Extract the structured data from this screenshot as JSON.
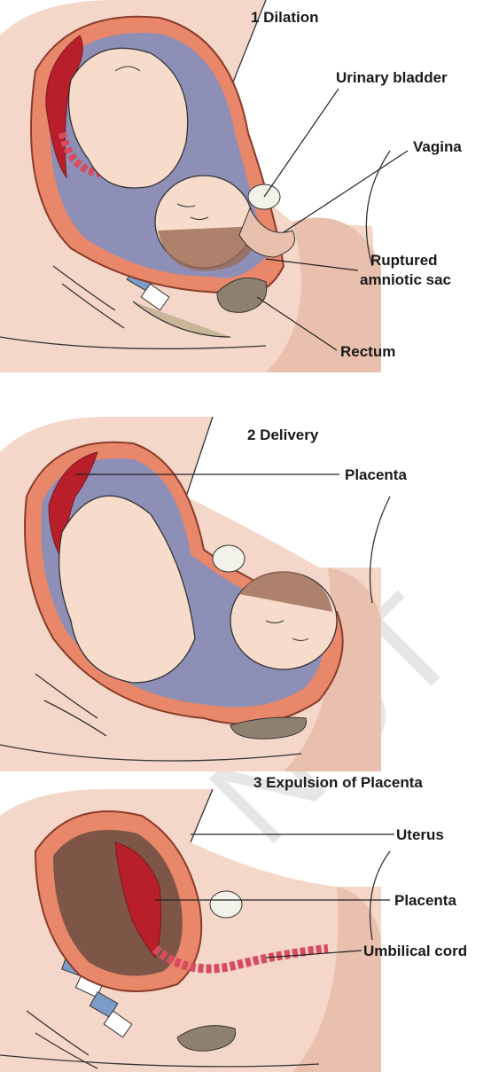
{
  "panels": [
    {
      "title": "1 Dilation",
      "labels": [
        "Urinary bladder",
        "Vagina",
        "Ruptured",
        "amniotic sac",
        "Rectum"
      ]
    },
    {
      "title": "2 Delivery",
      "labels": [
        "Placenta"
      ]
    },
    {
      "title": "3 Expulsion of Placenta",
      "labels": [
        "Uterus",
        "Placenta",
        "Umbilical cord"
      ]
    }
  ],
  "watermark": "NOT",
  "colors": {
    "skin": "#f4d7c8",
    "skin_shade": "#e9bfae",
    "uterus_wall": "#e8876a",
    "uterus_outline": "#8a3b2a",
    "amniotic_fluid": "#8d8fb6",
    "placenta": "#b81f2a",
    "placenta_dark": "#7a1a1f",
    "fetus": "#f7dccb",
    "fetus_hair": "#9b6a55",
    "bone_blue": "#7c9bc9",
    "bladder": "#f2f2ea",
    "rectum": "#8f8170",
    "cord": "#d94b5f",
    "inner_uterus": "#7d5648"
  }
}
